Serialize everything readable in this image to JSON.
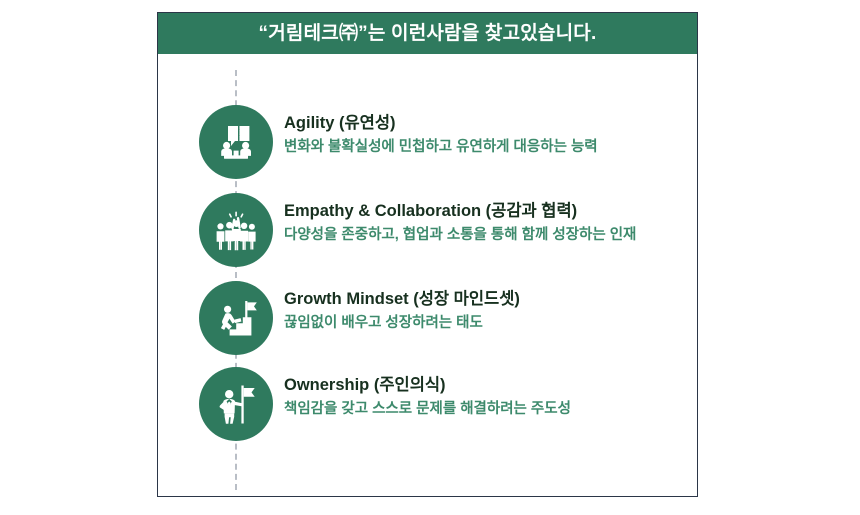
{
  "card": {
    "header": {
      "title": "“거림테크㈜”는 이런사람을 찾고있습니다."
    },
    "accent_color": "#2f7a5e",
    "title_color": "#17301f",
    "desc_color": "#3d8a6c",
    "border_color": "#2b3648",
    "timeline_color": "#b9bec6",
    "items": [
      {
        "icon": "meeting-puzzle-icon",
        "title": "Agility (유연성)",
        "description": "변화와 불확실성에 민첩하고 유연하게 대응하는 능력"
      },
      {
        "icon": "team-cheer-icon",
        "title": "Empathy & Collaboration (공감과 협력)",
        "description": "다양성을 존중하고, 협업과 소통을 통해 함께 성장하는 인재"
      },
      {
        "icon": "stairs-flag-icon",
        "title": "Growth Mindset (성장 마인드셋)",
        "description": "끊임없이 배우고 성장하려는 태도"
      },
      {
        "icon": "person-flag-icon",
        "title": "Ownership (주인의식)",
        "description": "책임감을 갖고 스스로 문제를 해결하려는 주도성"
      }
    ]
  }
}
